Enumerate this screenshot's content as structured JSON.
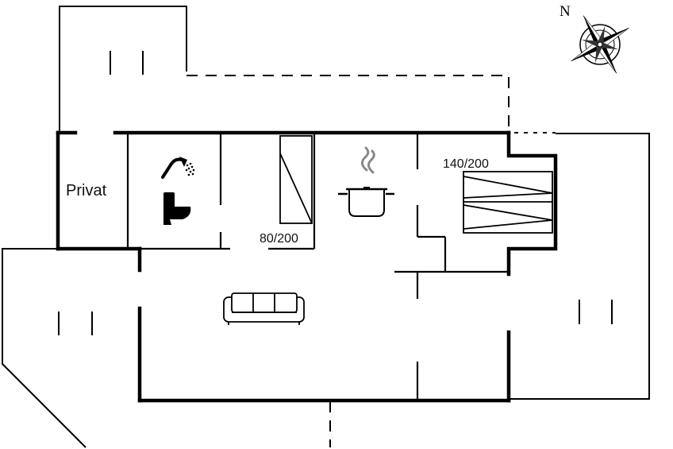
{
  "labels": {
    "privat": "Privat",
    "bed_single": "80/200",
    "bed_double": "140/200",
    "compass_north": "N"
  },
  "icons": {
    "shower": "shower-icon",
    "toilet": "toilet-icon",
    "kitchen": "cooking-pot-icon",
    "sofa": "sofa-icon",
    "compass": "compass-rose-icon"
  },
  "colors": {
    "walls": "#000000",
    "background": "#ffffff"
  }
}
